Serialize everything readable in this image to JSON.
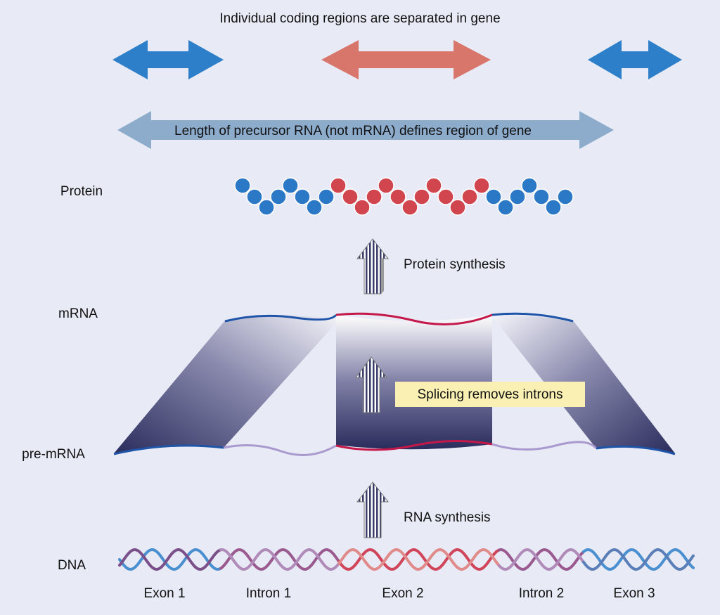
{
  "title": "Individual coding regions are separated in gene",
  "span_label": "Length of precursor RNA (not mRNA) defines region of gene",
  "levels": {
    "protein": "Protein",
    "mrna": "mRNA",
    "pre_mrna": "pre-mRNA",
    "dna": "DNA"
  },
  "steps": {
    "protein_synthesis": "Protein synthesis",
    "splicing": "Splicing removes introns",
    "rna_synthesis": "RNA synthesis"
  },
  "gene_regions": [
    "Exon 1",
    "Intron 1",
    "Exon 2",
    "Intron 2",
    "Exon 3"
  ],
  "colors": {
    "background": "#e8ebf5",
    "exon_blue": "#2e7fc9",
    "exon_red": "#d9766c",
    "span_arrow": "#8daccc",
    "protein_blue": "#2a78c6",
    "protein_red": "#d0454e",
    "rna_exon_blue": "#1f55a8",
    "rna_exon_red": "#c4184a",
    "rna_intron": "#a999cf",
    "splice_box": "#faf0b4"
  },
  "protein_beads": [
    "blue",
    "blue",
    "blue",
    "blue",
    "blue",
    "blue",
    "blue",
    "blue",
    "red",
    "red",
    "red",
    "red",
    "red",
    "red",
    "red",
    "red",
    "red",
    "red",
    "red",
    "red",
    "red",
    "blue",
    "blue",
    "blue",
    "blue",
    "blue",
    "blue",
    "blue"
  ]
}
